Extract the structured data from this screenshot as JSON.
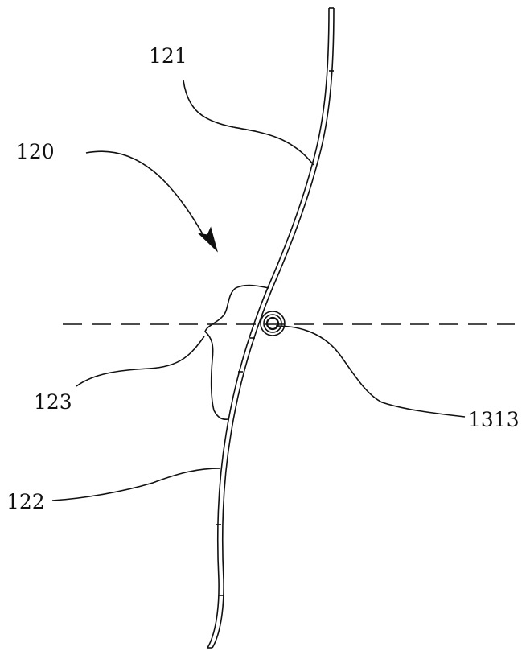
{
  "figure": {
    "labels": {
      "l121": "121",
      "l120": "120",
      "l123": "123",
      "l122": "122",
      "l1313": "1313"
    },
    "colors": {
      "stroke": "#111111",
      "background": "#ffffff"
    }
  }
}
